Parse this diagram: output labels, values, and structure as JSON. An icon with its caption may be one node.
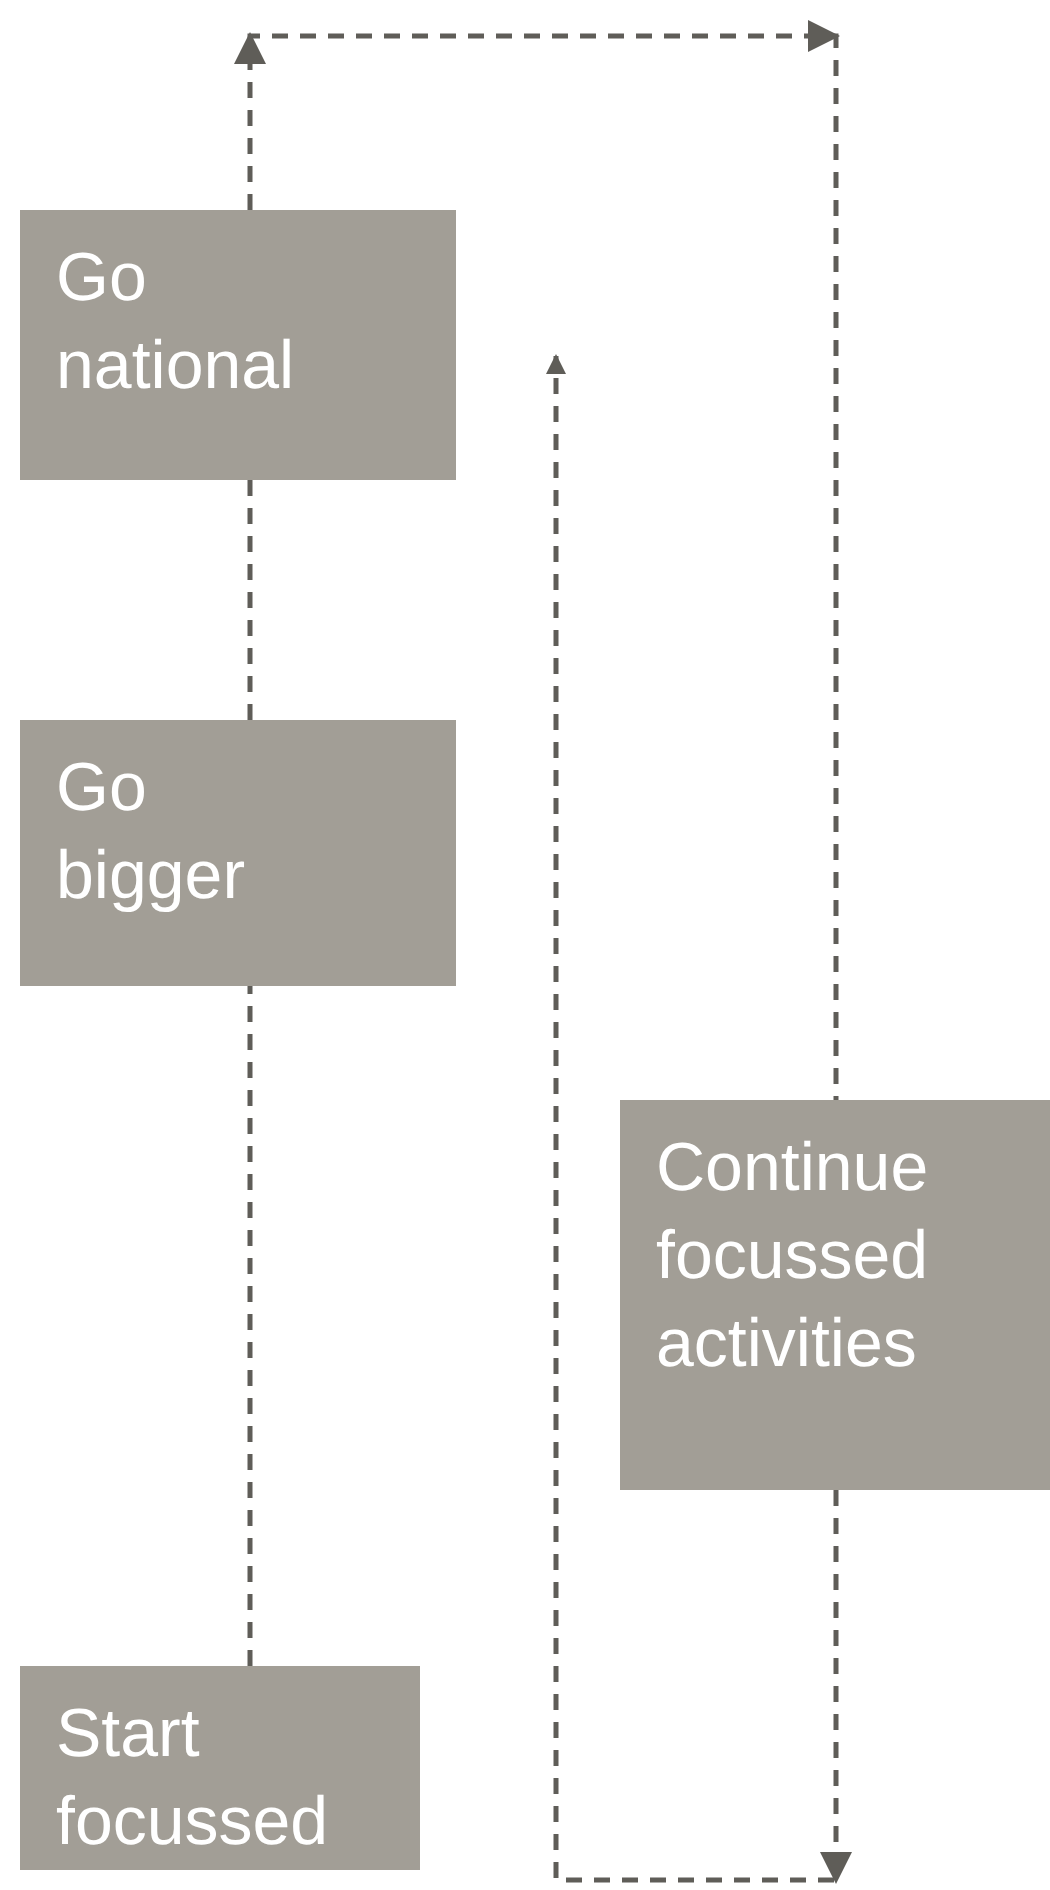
{
  "diagram": {
    "nodes": [
      {
        "text": [
          "Go national"
        ]
      },
      {
        "text": [
          "Go bigger"
        ]
      },
      {
        "text": [
          "Continue focussed activities"
        ]
      },
      {
        "text": [
          "Start focussed"
        ]
      }
    ],
    "edges": [
      {
        "from": 3,
        "to": 1,
        "arrow": "none",
        "style": "dashed"
      },
      {
        "from": 1,
        "to": 0,
        "arrow": "none",
        "style": "dashed"
      },
      {
        "from": 0,
        "to": 2,
        "arrow": "to",
        "style": "dashed"
      },
      {
        "from": 2,
        "to": null,
        "arrow": "to",
        "style": "dashed"
      }
    ]
  }
}
